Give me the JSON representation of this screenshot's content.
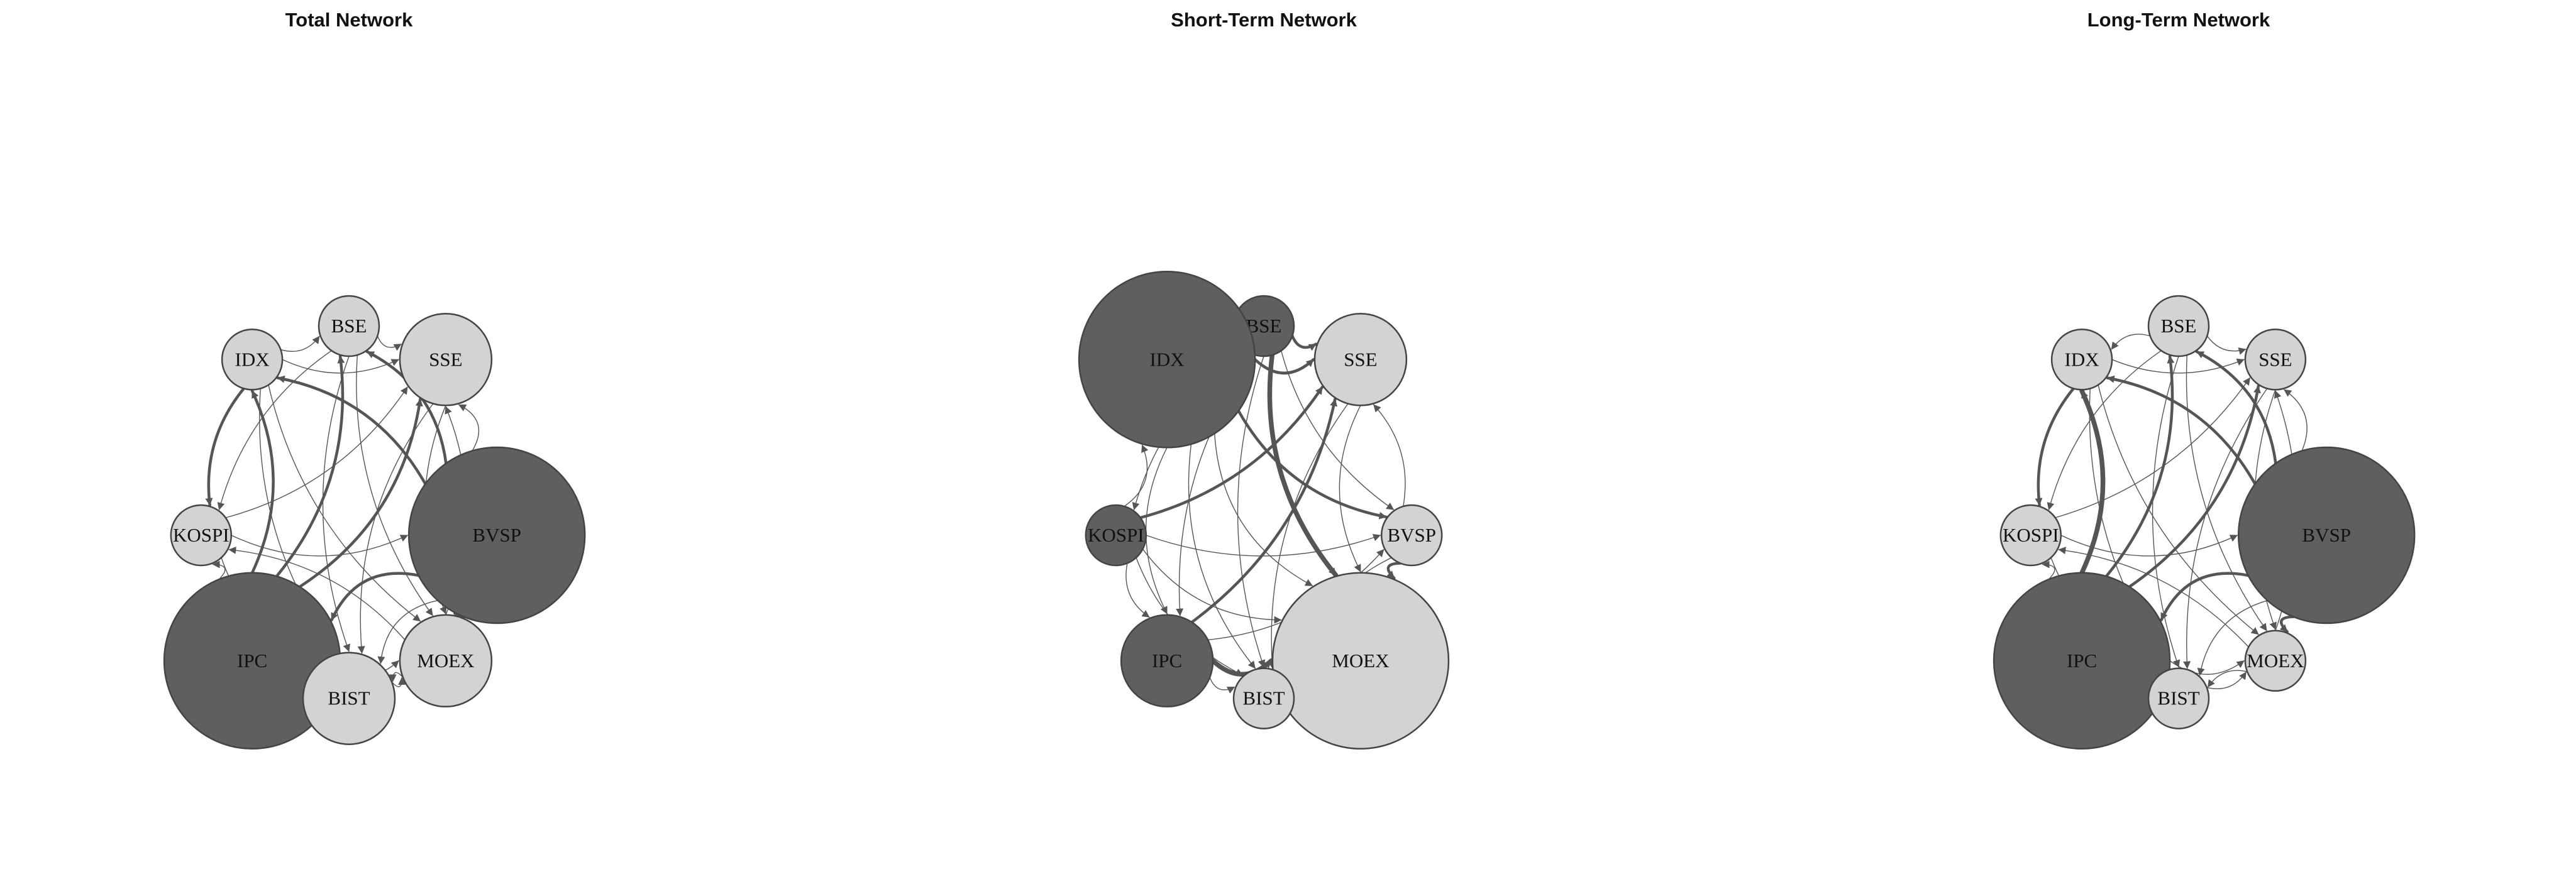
{
  "colors": {
    "edge": "#555555",
    "dark_node": "#5f5f5f",
    "light_node": "#d3d3d3",
    "outline": "#444444",
    "background": "#ffffff"
  },
  "panels": [
    {
      "title": "Total Network",
      "nodes": [
        {
          "id": "BSE",
          "label": "BSE",
          "fill": "light",
          "size": "small"
        },
        {
          "id": "IDX",
          "label": "IDX",
          "fill": "light",
          "size": "small"
        },
        {
          "id": "SSE",
          "label": "SSE",
          "fill": "light",
          "size": "medium"
        },
        {
          "id": "KOSPI",
          "label": "KOSPI",
          "fill": "light",
          "size": "small"
        },
        {
          "id": "BVSP",
          "label": "BVSP",
          "fill": "dark",
          "size": "large"
        },
        {
          "id": "IPC",
          "label": "IPC",
          "fill": "dark",
          "size": "large"
        },
        {
          "id": "MOEX",
          "label": "MOEX",
          "fill": "light",
          "size": "medium"
        },
        {
          "id": "BIST",
          "label": "BIST",
          "fill": "light",
          "size": "medium"
        }
      ],
      "edges": [
        {
          "from": "IPC",
          "to": "IDX",
          "weight": "thick"
        },
        {
          "from": "IPC",
          "to": "BSE",
          "weight": "thick"
        },
        {
          "from": "IPC",
          "to": "SSE",
          "weight": "thick"
        },
        {
          "from": "BVSP",
          "to": "IDX",
          "weight": "thick"
        },
        {
          "from": "BVSP",
          "to": "BSE",
          "weight": "thick"
        },
        {
          "from": "BVSP",
          "to": "IPC",
          "weight": "thick"
        },
        {
          "from": "BVSP",
          "to": "MOEX",
          "weight": "thick"
        },
        {
          "from": "IDX",
          "to": "KOSPI",
          "weight": "thick"
        },
        {
          "from": "IPC",
          "to": "BIST",
          "weight": "thick"
        },
        {
          "from": "IDX",
          "to": "BSE",
          "weight": "thin"
        },
        {
          "from": "IDX",
          "to": "SSE",
          "weight": "thin"
        },
        {
          "from": "BSE",
          "to": "SSE",
          "weight": "thin"
        },
        {
          "from": "KOSPI",
          "to": "SSE",
          "weight": "thin"
        },
        {
          "from": "BVSP",
          "to": "SSE",
          "weight": "thin"
        },
        {
          "from": "MOEX",
          "to": "SSE",
          "weight": "thin"
        },
        {
          "from": "KOSPI",
          "to": "BVSP",
          "weight": "thin"
        },
        {
          "from": "BSE",
          "to": "KOSPI",
          "weight": "thin"
        },
        {
          "from": "IPC",
          "to": "KOSPI",
          "weight": "thin"
        },
        {
          "from": "MOEX",
          "to": "KOSPI",
          "weight": "thin"
        },
        {
          "from": "BSE",
          "to": "MOEX",
          "weight": "thin"
        },
        {
          "from": "IDX",
          "to": "MOEX",
          "weight": "thin"
        },
        {
          "from": "SSE",
          "to": "MOEX",
          "weight": "thin"
        },
        {
          "from": "IPC",
          "to": "MOEX",
          "weight": "thin"
        },
        {
          "from": "BIST",
          "to": "MOEX",
          "weight": "thin"
        },
        {
          "from": "BSE",
          "to": "BIST",
          "weight": "thin"
        },
        {
          "from": "IDX",
          "to": "BIST",
          "weight": "thin"
        },
        {
          "from": "SSE",
          "to": "BIST",
          "weight": "thin"
        },
        {
          "from": "KOSPI",
          "to": "BIST",
          "weight": "thin"
        },
        {
          "from": "BVSP",
          "to": "BIST",
          "weight": "thin"
        },
        {
          "from": "MOEX",
          "to": "BIST",
          "weight": "thin"
        }
      ]
    },
    {
      "title": "Short-Term Network",
      "nodes": [
        {
          "id": "BSE",
          "label": "BSE",
          "fill": "dark",
          "size": "small"
        },
        {
          "id": "IDX",
          "label": "IDX",
          "fill": "dark",
          "size": "large"
        },
        {
          "id": "SSE",
          "label": "SSE",
          "fill": "light",
          "size": "medium"
        },
        {
          "id": "KOSPI",
          "label": "KOSPI",
          "fill": "dark",
          "size": "small"
        },
        {
          "id": "BVSP",
          "label": "BVSP",
          "fill": "light",
          "size": "small"
        },
        {
          "id": "IPC",
          "label": "IPC",
          "fill": "dark",
          "size": "medium"
        },
        {
          "id": "MOEX",
          "label": "MOEX",
          "fill": "light",
          "size": "large"
        },
        {
          "id": "BIST",
          "label": "BIST",
          "fill": "light",
          "size": "small"
        }
      ],
      "edges": [
        {
          "from": "BSE",
          "to": "MOEX",
          "weight": "heavy"
        },
        {
          "from": "IPC",
          "to": "MOEX",
          "weight": "heavy"
        },
        {
          "from": "IPC",
          "to": "SSE",
          "weight": "thick"
        },
        {
          "from": "IDX",
          "to": "BVSP",
          "weight": "thick"
        },
        {
          "from": "IDX",
          "to": "BSE",
          "weight": "thick"
        },
        {
          "from": "IDX",
          "to": "SSE",
          "weight": "thick"
        },
        {
          "from": "KOSPI",
          "to": "SSE",
          "weight": "thick"
        },
        {
          "from": "BVSP",
          "to": "MOEX",
          "weight": "thick"
        },
        {
          "from": "BSE",
          "to": "SSE",
          "weight": "thick"
        },
        {
          "from": "BSE",
          "to": "BVSP",
          "weight": "thin"
        },
        {
          "from": "BSE",
          "to": "KOSPI",
          "weight": "thin"
        },
        {
          "from": "BSE",
          "to": "IPC",
          "weight": "thin"
        },
        {
          "from": "IDX",
          "to": "IPC",
          "weight": "thin"
        },
        {
          "from": "IDX",
          "to": "MOEX",
          "weight": "thin"
        },
        {
          "from": "IDX",
          "to": "BIST",
          "weight": "thin"
        },
        {
          "from": "KOSPI",
          "to": "IDX",
          "weight": "thin"
        },
        {
          "from": "KOSPI",
          "to": "IPC",
          "weight": "thin"
        },
        {
          "from": "KOSPI",
          "to": "BVSP",
          "weight": "thin"
        },
        {
          "from": "KOSPI",
          "to": "BIST",
          "weight": "thin"
        },
        {
          "from": "SSE",
          "to": "MOEX",
          "weight": "thin"
        },
        {
          "from": "SSE",
          "to": "BIST",
          "weight": "thin"
        },
        {
          "from": "BVSP",
          "to": "SSE",
          "weight": "thin"
        },
        {
          "from": "BVSP",
          "to": "BIST",
          "weight": "thin"
        },
        {
          "from": "IPC",
          "to": "BVSP",
          "weight": "thin"
        },
        {
          "from": "IPC",
          "to": "BIST",
          "weight": "thin"
        },
        {
          "from": "MOEX",
          "to": "BIST",
          "weight": "thin"
        },
        {
          "from": "BSE",
          "to": "BIST",
          "weight": "thin"
        },
        {
          "from": "KOSPI",
          "to": "MOEX",
          "weight": "thin"
        }
      ]
    },
    {
      "title": "Long-Term Network",
      "nodes": [
        {
          "id": "BSE",
          "label": "BSE",
          "fill": "light",
          "size": "small"
        },
        {
          "id": "IDX",
          "label": "IDX",
          "fill": "light",
          "size": "small"
        },
        {
          "id": "SSE",
          "label": "SSE",
          "fill": "light",
          "size": "small"
        },
        {
          "id": "KOSPI",
          "label": "KOSPI",
          "fill": "light",
          "size": "small"
        },
        {
          "id": "BVSP",
          "label": "BVSP",
          "fill": "dark",
          "size": "large"
        },
        {
          "id": "IPC",
          "label": "IPC",
          "fill": "dark",
          "size": "large"
        },
        {
          "id": "MOEX",
          "label": "MOEX",
          "fill": "light",
          "size": "small"
        },
        {
          "id": "BIST",
          "label": "BIST",
          "fill": "light",
          "size": "small"
        }
      ],
      "edges": [
        {
          "from": "IPC",
          "to": "IDX",
          "weight": "heavy"
        },
        {
          "from": "IPC",
          "to": "BSE",
          "weight": "thick"
        },
        {
          "from": "IPC",
          "to": "SSE",
          "weight": "thick"
        },
        {
          "from": "BVSP",
          "to": "IDX",
          "weight": "thick"
        },
        {
          "from": "BVSP",
          "to": "BSE",
          "weight": "thick"
        },
        {
          "from": "BVSP",
          "to": "IPC",
          "weight": "thick"
        },
        {
          "from": "BVSP",
          "to": "MOEX",
          "weight": "thick"
        },
        {
          "from": "IDX",
          "to": "KOSPI",
          "weight": "thick"
        },
        {
          "from": "IPC",
          "to": "BIST",
          "weight": "thick"
        },
        {
          "from": "BSE",
          "to": "IDX",
          "weight": "thin"
        },
        {
          "from": "BSE",
          "to": "SSE",
          "weight": "thin"
        },
        {
          "from": "IDX",
          "to": "SSE",
          "weight": "thin"
        },
        {
          "from": "KOSPI",
          "to": "SSE",
          "weight": "thin"
        },
        {
          "from": "BVSP",
          "to": "SSE",
          "weight": "thin"
        },
        {
          "from": "MOEX",
          "to": "SSE",
          "weight": "thin"
        },
        {
          "from": "KOSPI",
          "to": "BVSP",
          "weight": "thin"
        },
        {
          "from": "BSE",
          "to": "KOSPI",
          "weight": "thin"
        },
        {
          "from": "IPC",
          "to": "KOSPI",
          "weight": "thin"
        },
        {
          "from": "MOEX",
          "to": "KOSPI",
          "weight": "thin"
        },
        {
          "from": "BSE",
          "to": "MOEX",
          "weight": "thin"
        },
        {
          "from": "IDX",
          "to": "MOEX",
          "weight": "thin"
        },
        {
          "from": "SSE",
          "to": "MOEX",
          "weight": "thin"
        },
        {
          "from": "IPC",
          "to": "MOEX",
          "weight": "thin"
        },
        {
          "from": "BIST",
          "to": "MOEX",
          "weight": "thin"
        },
        {
          "from": "BSE",
          "to": "BIST",
          "weight": "thin"
        },
        {
          "from": "IDX",
          "to": "BIST",
          "weight": "thin"
        },
        {
          "from": "SSE",
          "to": "BIST",
          "weight": "thin"
        },
        {
          "from": "KOSPI",
          "to": "BIST",
          "weight": "thin"
        },
        {
          "from": "BVSP",
          "to": "BIST",
          "weight": "thin"
        },
        {
          "from": "MOEX",
          "to": "BIST",
          "weight": "thin"
        }
      ]
    }
  ]
}
